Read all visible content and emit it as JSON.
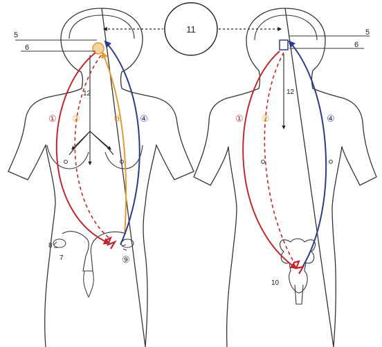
{
  "colors": {
    "outline": "#333333",
    "red": "#c0282d",
    "orange": "#e39a2e",
    "blue": "#2b3a8c",
    "gray": "#888888"
  },
  "labels": {
    "n1_left": "①",
    "n2_left": "②",
    "n3_left": "③",
    "n4_left": "④",
    "n5_left": "5",
    "n6_left": "6",
    "n7": "7",
    "n8": "8",
    "n9": "⑨",
    "n11": "11",
    "n12_left": "12",
    "n1_right": "①",
    "n2_right": "②",
    "n4_right": "④",
    "n5_right": "5",
    "n6_right": "6",
    "n10": "10",
    "n12_right": "12"
  }
}
